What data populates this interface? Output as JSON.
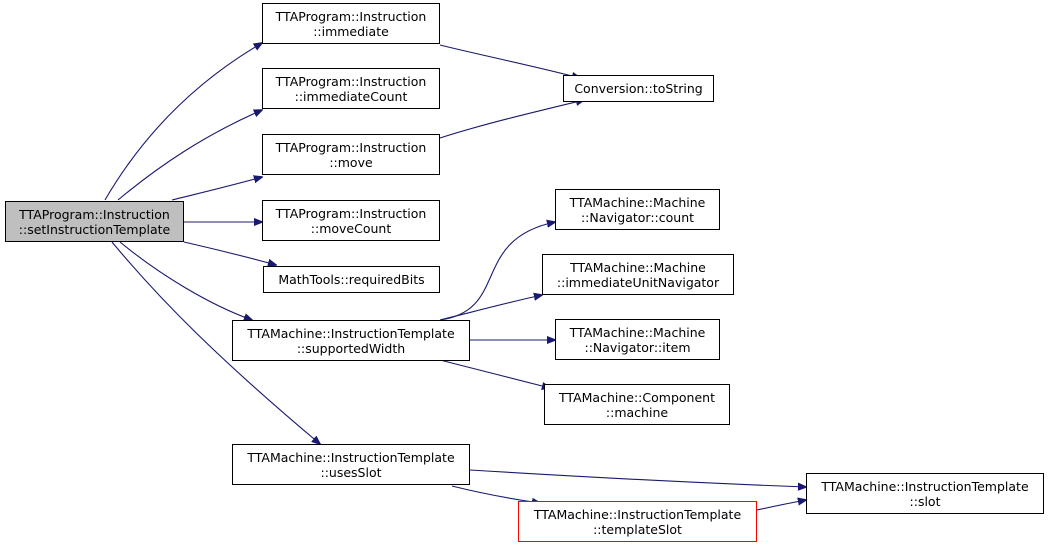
{
  "nodes": {
    "root": {
      "line1": "TTAProgram::Instruction",
      "line2": "::setInstructionTemplate"
    },
    "immediate": {
      "line1": "TTAProgram::Instruction",
      "line2": "::immediate"
    },
    "immediateCount": {
      "line1": "TTAProgram::Instruction",
      "line2": "::immediateCount"
    },
    "move": {
      "line1": "TTAProgram::Instruction",
      "line2": "::move"
    },
    "moveCount": {
      "line1": "TTAProgram::Instruction",
      "line2": "::moveCount"
    },
    "requiredBits": {
      "line1": "MathTools::requiredBits"
    },
    "supportedWidth": {
      "line1": "TTAMachine::InstructionTemplate",
      "line2": "::supportedWidth"
    },
    "usesSlot": {
      "line1": "TTAMachine::InstructionTemplate",
      "line2": "::usesSlot"
    },
    "toString": {
      "line1": "Conversion::toString"
    },
    "navCount": {
      "line1": "TTAMachine::Machine",
      "line2": "::Navigator::count"
    },
    "immUnitNav": {
      "line1": "TTAMachine::Machine",
      "line2": "::immediateUnitNavigator"
    },
    "navItem": {
      "line1": "TTAMachine::Machine",
      "line2": "::Navigator::item"
    },
    "componentMachine": {
      "line1": "TTAMachine::Component",
      "line2": "::machine"
    },
    "templateSlot": {
      "line1": "TTAMachine::InstructionTemplate",
      "line2": "::templateSlot"
    },
    "slot": {
      "line1": "TTAMachine::InstructionTemplate",
      "line2": "::slot"
    }
  },
  "colors": {
    "edge": "#191970",
    "root_fill": "#bfbfbf",
    "highlight_border": "#ff0000"
  }
}
